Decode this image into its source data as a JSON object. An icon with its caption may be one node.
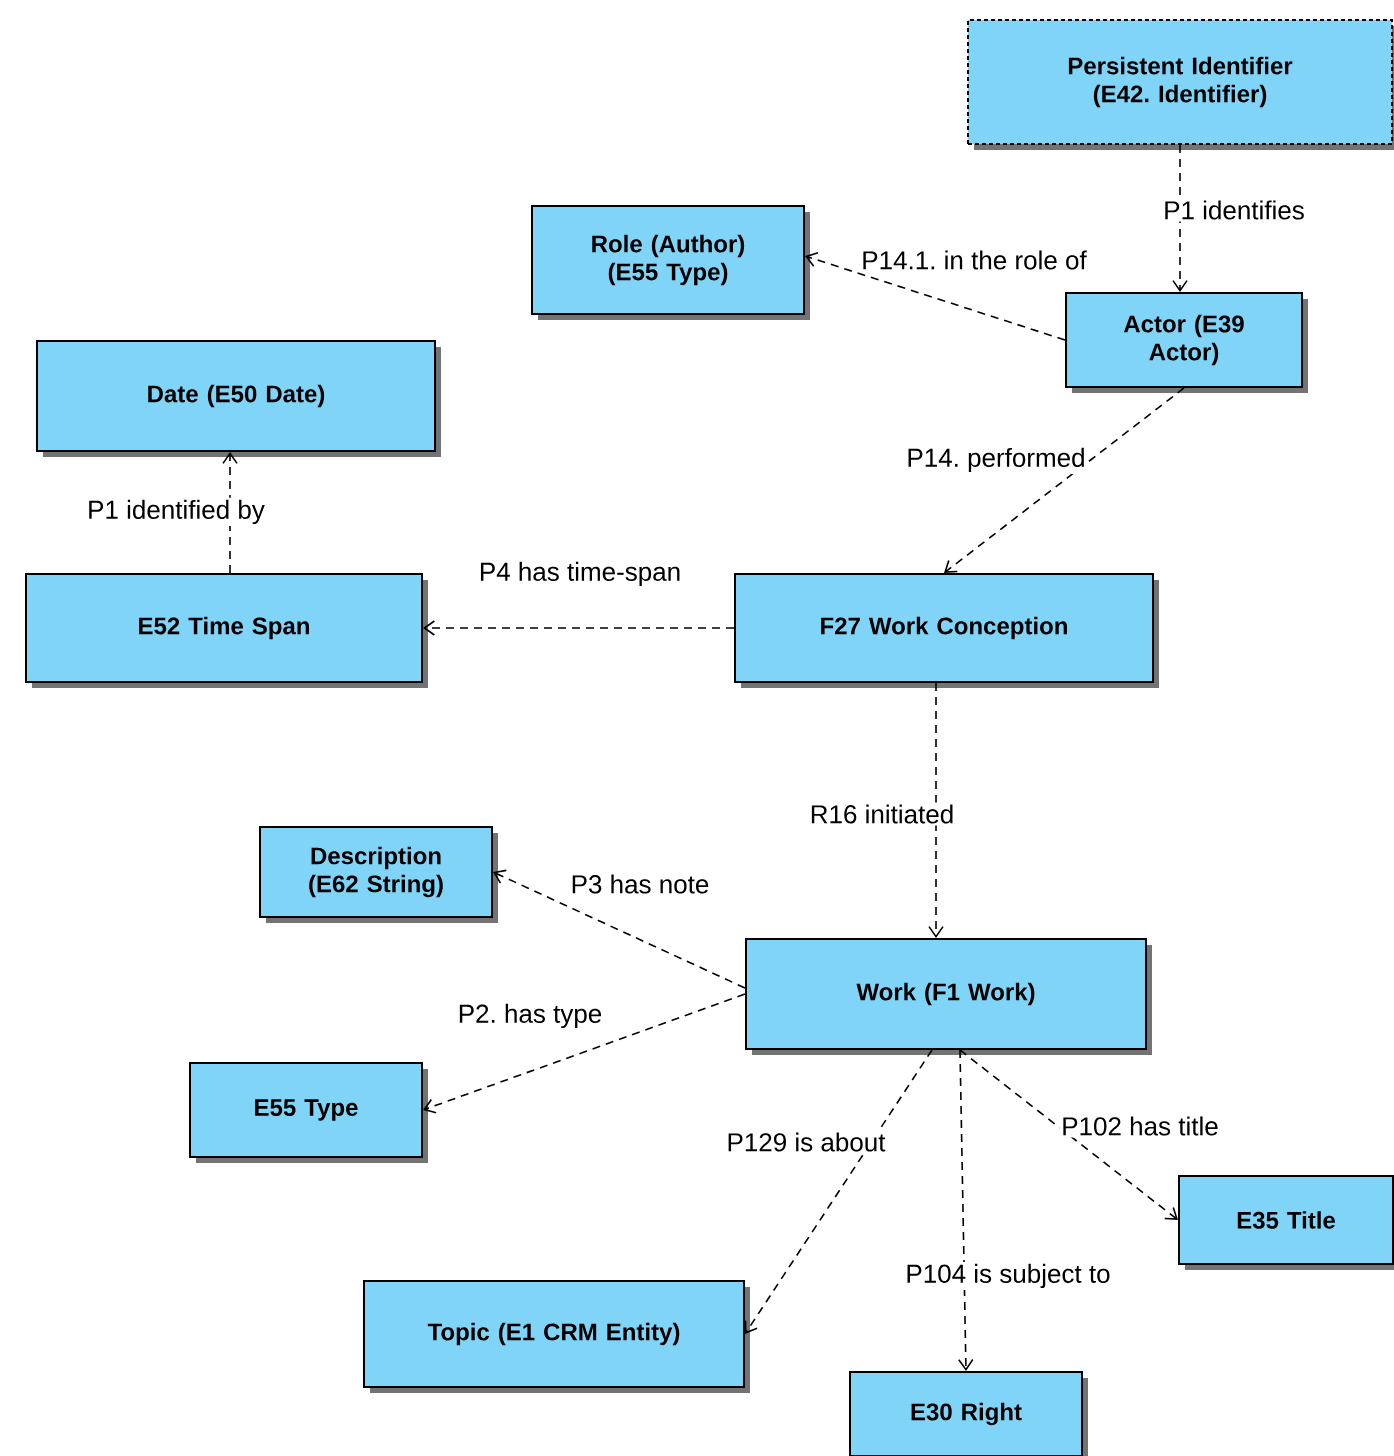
{
  "diagram": {
    "nodes": [
      {
        "text": [
          "Persistent Identifier (E42. Identifier)"
        ]
      },
      {
        "text": [
          "Role (Author) (E55 Type)"
        ]
      },
      {
        "text": [
          "Actor (E39 Actor)"
        ]
      },
      {
        "text": [
          "Date (E50 Date)"
        ]
      },
      {
        "text": [
          "E52 Time Span"
        ]
      },
      {
        "text": [
          "F27 Work Conception"
        ]
      },
      {
        "text": [
          "Description (E62 String)"
        ]
      },
      {
        "text": [
          "Work (F1 Work)"
        ]
      },
      {
        "text": [
          "E55 Type"
        ]
      },
      {
        "text": [
          "E35 Title"
        ]
      },
      {
        "text": [
          "Topic (E1 CRM Entity)"
        ]
      },
      {
        "text": [
          "E30 Right"
        ]
      }
    ],
    "edges": [
      {
        "from": 0,
        "to": 2,
        "arrow": "to",
        "label": "P1 identifies"
      },
      {
        "from": 2,
        "to": 1,
        "arrow": "to",
        "label": "P14.1. in the role of"
      },
      {
        "from": 2,
        "to": 5,
        "arrow": "to",
        "label": "P14. performed"
      },
      {
        "from": 5,
        "to": 4,
        "arrow": "to",
        "label": "P4 has time-span"
      },
      {
        "from": 4,
        "to": 3,
        "arrow": "to",
        "label": "P1 identified by"
      },
      {
        "from": 5,
        "to": 7,
        "arrow": "to",
        "label": "R16 initiated"
      },
      {
        "from": 7,
        "to": 6,
        "arrow": "to",
        "label": "P3 has note"
      },
      {
        "from": 7,
        "to": 8,
        "arrow": "to",
        "label": "P2. has type"
      },
      {
        "from": 7,
        "to": 10,
        "arrow": "to",
        "label": "P129 is about"
      },
      {
        "from": 7,
        "to": 11,
        "arrow": "to",
        "label": "P104 is subject to"
      },
      {
        "from": 7,
        "to": 9,
        "arrow": "to",
        "label": "P102 has title"
      }
    ]
  }
}
